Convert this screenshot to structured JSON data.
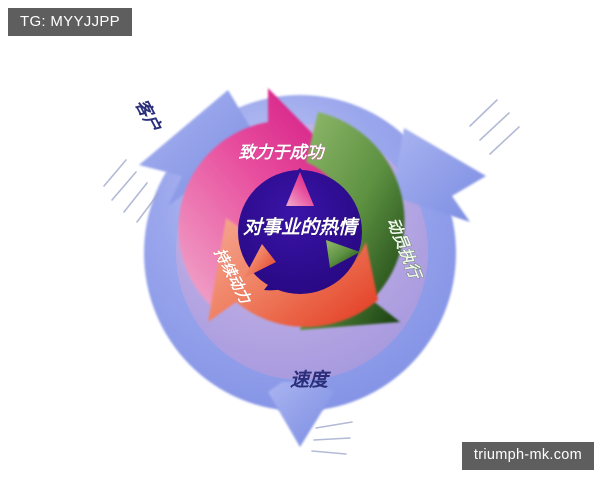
{
  "watermarks": {
    "telegram": "TG: MYYJJPP",
    "website": "triumph-mk.com"
  },
  "diagram": {
    "type": "cycle-diagram",
    "center_label": "对事业的热情",
    "segments": [
      {
        "id": "commit",
        "label": "致力于成功",
        "color": "#e0338e",
        "text_color": "#ffffff",
        "position": "top-left"
      },
      {
        "id": "execute",
        "label": "动员执行",
        "color": "#3f7a2e",
        "text_color": "#eaf3e4",
        "position": "right"
      },
      {
        "id": "persist",
        "label": "持续动力",
        "color": "#ef6a52",
        "text_color": "#ffffff",
        "position": "bottom-left"
      }
    ],
    "outer_labels": [
      {
        "id": "customer",
        "label": "客户",
        "color": "#2b2f7a",
        "position": "top-left-outside"
      },
      {
        "id": "speed",
        "label": "速度",
        "color": "#2b2f7a",
        "position": "bottom-outside"
      }
    ],
    "colors": {
      "outer_ring": "#8d9ae8",
      "inner_disc": "#b9a9e4",
      "center_shape": "#2e0b8c",
      "background": "#ffffff"
    }
  }
}
